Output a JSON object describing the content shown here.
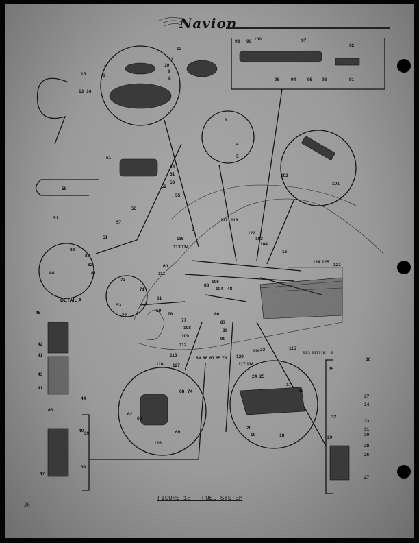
{
  "header": {
    "logo_text": "Navion"
  },
  "figure": {
    "caption": "FIGURE 18 - FUEL SYSTEM",
    "page_number": "36",
    "detail_label": "DETAIL A"
  },
  "callouts": [
    "15",
    "13",
    "14",
    "7",
    "6",
    "11",
    "10",
    "9",
    "8",
    "12",
    "98",
    "99",
    "100",
    "97",
    "96",
    "94",
    "95",
    "93",
    "92",
    "91",
    "3",
    "4",
    "5",
    "102",
    "101",
    "51",
    "54",
    "51",
    "52",
    "53",
    "58",
    "56",
    "55",
    "51",
    "57",
    "51",
    "117",
    "118",
    "122",
    "103",
    "104",
    "116",
    "113",
    "114",
    "2",
    "16",
    "124",
    "125",
    "121",
    "83",
    "80",
    "82",
    "84",
    "81",
    "60",
    "111",
    "88",
    "106",
    "104",
    "48",
    "73",
    "71",
    "72",
    "53",
    "61",
    "59",
    "78",
    "77",
    "108",
    "109",
    "86",
    "87",
    "89",
    "90",
    "112",
    "113",
    "110",
    "127",
    "64",
    "66",
    "67",
    "65",
    "76",
    "120",
    "117",
    "118",
    "119",
    "23",
    "115",
    "123",
    "117",
    "118",
    "1",
    "45",
    "42",
    "41",
    "43",
    "41",
    "44",
    "46",
    "40",
    "39",
    "47",
    "38",
    "68",
    "74",
    "62",
    "63",
    "69",
    "126",
    "24",
    "25",
    "17",
    "22",
    "20",
    "19",
    "18",
    "36",
    "35",
    "37",
    "34",
    "32",
    "33",
    "31",
    "30",
    "29",
    "28",
    "26",
    "27"
  ]
}
